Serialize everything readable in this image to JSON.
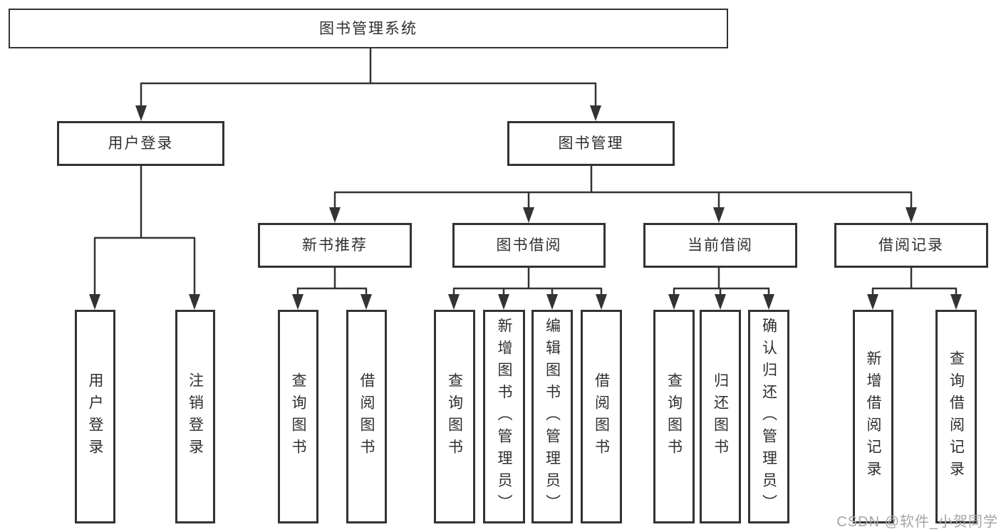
{
  "tree": {
    "root": {
      "label": "图书管理系统"
    },
    "branches": [
      {
        "label": "用户登录",
        "children": [
          {
            "label": "用户登录"
          },
          {
            "label": "注销登录"
          }
        ]
      },
      {
        "label": "图书管理",
        "children": [
          {
            "label": "新书推荐",
            "children": [
              {
                "label": "查询图书"
              },
              {
                "label": "借阅图书"
              }
            ]
          },
          {
            "label": "图书借阅",
            "children": [
              {
                "label": "查询图书"
              },
              {
                "label": "新增图书（管理员）"
              },
              {
                "label": "编辑图书（管理员）"
              },
              {
                "label": "借阅图书"
              }
            ]
          },
          {
            "label": "当前借阅",
            "children": [
              {
                "label": "查询图书"
              },
              {
                "label": "归还图书"
              },
              {
                "label": "确认归还（管理员）"
              }
            ]
          },
          {
            "label": "借阅记录",
            "children": [
              {
                "label": "新增借阅记录"
              },
              {
                "label": "查询借阅记录"
              }
            ]
          }
        ]
      }
    ]
  },
  "watermark": {
    "text": "CSDN @软件_小贺同学"
  },
  "colors": {
    "line": "#333333",
    "box_border": "#333333",
    "box_fill": "#ffffff",
    "text": "#2f2f2f",
    "watermark": "#a5a5a5"
  }
}
